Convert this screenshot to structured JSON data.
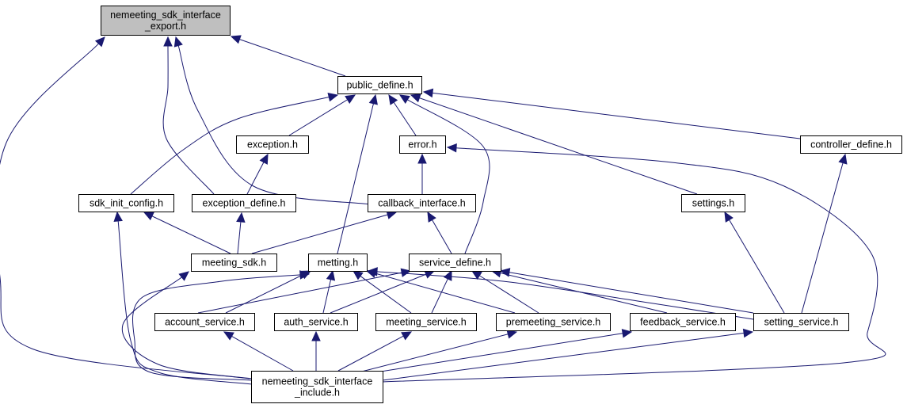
{
  "colors": {
    "edge": "#191970",
    "node_fill": "#ffffff",
    "node_fill_highlight": "#bfbfbf",
    "node_border": "#000000"
  },
  "nodes": [
    {
      "id": "export",
      "lines": [
        "nemeeting_sdk_interface",
        "_export.h"
      ],
      "highlight": true
    },
    {
      "id": "public_define",
      "lines": [
        "public_define.h"
      ]
    },
    {
      "id": "exception",
      "lines": [
        "exception.h"
      ]
    },
    {
      "id": "error",
      "lines": [
        "error.h"
      ]
    },
    {
      "id": "controller_define",
      "lines": [
        "controller_define.h"
      ]
    },
    {
      "id": "sdk_init_config",
      "lines": [
        "sdk_init_config.h"
      ]
    },
    {
      "id": "exception_define",
      "lines": [
        "exception_define.h"
      ]
    },
    {
      "id": "callback_interface",
      "lines": [
        "callback_interface.h"
      ]
    },
    {
      "id": "settings",
      "lines": [
        "settings.h"
      ]
    },
    {
      "id": "meeting_sdk",
      "lines": [
        "meeting_sdk.h"
      ]
    },
    {
      "id": "metting",
      "lines": [
        "metting.h"
      ]
    },
    {
      "id": "service_define",
      "lines": [
        "service_define.h"
      ]
    },
    {
      "id": "account_service",
      "lines": [
        "account_service.h"
      ]
    },
    {
      "id": "auth_service",
      "lines": [
        "auth_service.h"
      ]
    },
    {
      "id": "meeting_service",
      "lines": [
        "meeting_service.h"
      ]
    },
    {
      "id": "premeeting_service",
      "lines": [
        "premeeting_service.h"
      ]
    },
    {
      "id": "feedback_service",
      "lines": [
        "feedback_service.h"
      ]
    },
    {
      "id": "setting_service",
      "lines": [
        "setting_service.h"
      ]
    },
    {
      "id": "include",
      "lines": [
        "nemeeting_sdk_interface",
        "_include.h"
      ]
    }
  ],
  "edges": [
    {
      "from": "include",
      "to": "export"
    },
    {
      "from": "public_define",
      "to": "export"
    },
    {
      "from": "exception_define",
      "to": "export"
    },
    {
      "from": "callback_interface",
      "to": "export"
    },
    {
      "from": "exception",
      "to": "public_define"
    },
    {
      "from": "error",
      "to": "public_define"
    },
    {
      "from": "controller_define",
      "to": "public_define"
    },
    {
      "from": "sdk_init_config",
      "to": "public_define"
    },
    {
      "from": "settings",
      "to": "public_define"
    },
    {
      "from": "metting",
      "to": "public_define"
    },
    {
      "from": "service_define",
      "to": "public_define"
    },
    {
      "from": "exception_define",
      "to": "exception"
    },
    {
      "from": "callback_interface",
      "to": "error"
    },
    {
      "from": "include",
      "to": "error"
    },
    {
      "from": "setting_service",
      "to": "controller_define"
    },
    {
      "from": "meeting_sdk",
      "to": "sdk_init_config"
    },
    {
      "from": "include",
      "to": "sdk_init_config"
    },
    {
      "from": "meeting_sdk",
      "to": "exception_define"
    },
    {
      "from": "meeting_sdk",
      "to": "callback_interface"
    },
    {
      "from": "service_define",
      "to": "callback_interface"
    },
    {
      "from": "setting_service",
      "to": "settings"
    },
    {
      "from": "include",
      "to": "meeting_sdk"
    },
    {
      "from": "account_service",
      "to": "metting"
    },
    {
      "from": "auth_service",
      "to": "metting"
    },
    {
      "from": "meeting_service",
      "to": "metting"
    },
    {
      "from": "premeeting_service",
      "to": "metting"
    },
    {
      "from": "setting_service",
      "to": "metting"
    },
    {
      "from": "include",
      "to": "metting"
    },
    {
      "from": "account_service",
      "to": "service_define"
    },
    {
      "from": "auth_service",
      "to": "service_define"
    },
    {
      "from": "meeting_service",
      "to": "service_define"
    },
    {
      "from": "premeeting_service",
      "to": "service_define"
    },
    {
      "from": "feedback_service",
      "to": "service_define"
    },
    {
      "from": "setting_service",
      "to": "service_define"
    },
    {
      "from": "include",
      "to": "account_service"
    },
    {
      "from": "include",
      "to": "auth_service"
    },
    {
      "from": "include",
      "to": "meeting_service"
    },
    {
      "from": "include",
      "to": "premeeting_service"
    },
    {
      "from": "include",
      "to": "feedback_service"
    },
    {
      "from": "include",
      "to": "setting_service"
    }
  ]
}
